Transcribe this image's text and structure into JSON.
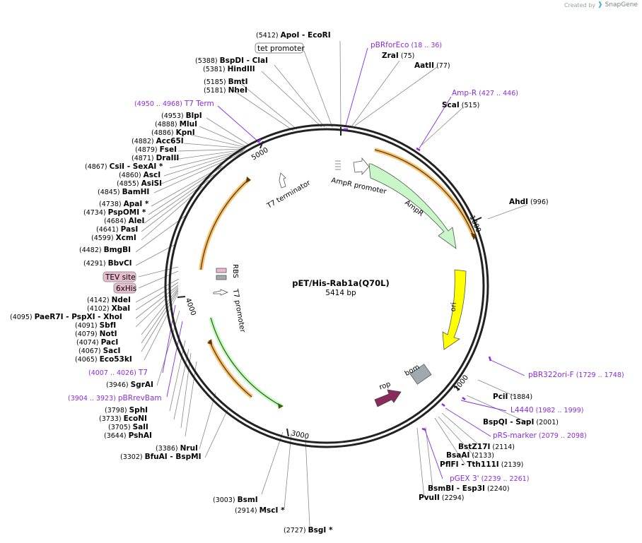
{
  "credit": {
    "prefix": "Created by",
    "brand": "SnapGene"
  },
  "plasmid": {
    "name": "pET/His-Rab1a(Q70L)",
    "length": "5414 bp"
  },
  "ticks": [
    "1000",
    "2000",
    "3000",
    "4000",
    "5000"
  ],
  "feature_labels": {
    "t7_terminator": "T7 terminator",
    "ampr_promoter": "AmpR promoter",
    "ampr": "AmpR",
    "ori": "ori",
    "bom": "bom",
    "rop": "rop",
    "rbs": "RBS",
    "t7_promoter": "T7 promoter",
    "tev_site": "TEV site",
    "his6": "6xHis",
    "tet_promoter": "tet promoter"
  },
  "sites": [
    {
      "pos": "(5412)",
      "name": "ApoI",
      "extra": "- EcoRI"
    },
    {
      "pos": "(5388)",
      "name": "BspDI",
      "extra": "- ClaI"
    },
    {
      "pos": "(5381)",
      "name": "HindIII",
      "extra": ""
    },
    {
      "pos": "(5185)",
      "name": "BmtI",
      "extra": ""
    },
    {
      "pos": "(5181)",
      "name": "NheI",
      "extra": ""
    },
    {
      "pos": "(4953)",
      "name": "BlpI",
      "extra": ""
    },
    {
      "pos": "(4888)",
      "name": "MluI",
      "extra": ""
    },
    {
      "pos": "(4886)",
      "name": "KpnI",
      "extra": ""
    },
    {
      "pos": "(4882)",
      "name": "Acc65I",
      "extra": ""
    },
    {
      "pos": "(4879)",
      "name": "FseI",
      "extra": ""
    },
    {
      "pos": "(4871)",
      "name": "DraIII",
      "extra": ""
    },
    {
      "pos": "(4867)",
      "name": "CsiI",
      "extra": "- SexAI *"
    },
    {
      "pos": "(4860)",
      "name": "AscI",
      "extra": ""
    },
    {
      "pos": "(4855)",
      "name": "AsiSI",
      "extra": ""
    },
    {
      "pos": "(4845)",
      "name": "BamHI",
      "extra": ""
    },
    {
      "pos": "(4738)",
      "name": "ApaI *",
      "extra": ""
    },
    {
      "pos": "(4734)",
      "name": "PspOMI *",
      "extra": ""
    },
    {
      "pos": "(4684)",
      "name": "AleI",
      "extra": ""
    },
    {
      "pos": "(4641)",
      "name": "PasI",
      "extra": ""
    },
    {
      "pos": "(4599)",
      "name": "XcmI",
      "extra": ""
    },
    {
      "pos": "(4482)",
      "name": "BmgBI",
      "extra": ""
    },
    {
      "pos": "(4291)",
      "name": "BbvCI",
      "extra": ""
    },
    {
      "pos": "(4142)",
      "name": "NdeI",
      "extra": ""
    },
    {
      "pos": "(4102)",
      "name": "XbaI",
      "extra": ""
    },
    {
      "pos": "(4095)",
      "name": "PaeR7I",
      "extra": "- PspXI - XhoI"
    },
    {
      "pos": "(4091)",
      "name": "SbfI",
      "extra": ""
    },
    {
      "pos": "(4079)",
      "name": "NotI",
      "extra": ""
    },
    {
      "pos": "(4074)",
      "name": "PacI",
      "extra": ""
    },
    {
      "pos": "(4067)",
      "name": "SacI",
      "extra": ""
    },
    {
      "pos": "(4065)",
      "name": "Eco53kI",
      "extra": ""
    },
    {
      "pos": "(3946)",
      "name": "SgrAI",
      "extra": ""
    },
    {
      "pos": "(3798)",
      "name": "SphI",
      "extra": ""
    },
    {
      "pos": "(3733)",
      "name": "EcoNI",
      "extra": ""
    },
    {
      "pos": "(3705)",
      "name": "SalI",
      "extra": ""
    },
    {
      "pos": "(3644)",
      "name": "PshAI",
      "extra": ""
    },
    {
      "pos": "(3386)",
      "name": "NruI",
      "extra": ""
    },
    {
      "pos": "(3302)",
      "name": "BfuAI",
      "extra": "- BspMI"
    },
    {
      "pos": "(3003)",
      "name": "BsmI",
      "extra": ""
    },
    {
      "pos": "(2914)",
      "name": "MscI *",
      "extra": ""
    },
    {
      "pos": "(2727)",
      "name": "BsgI *",
      "extra": ""
    },
    {
      "pos": "(75)",
      "name": "ZraI",
      "extra": ""
    },
    {
      "pos": "(77)",
      "name": "AatII",
      "extra": ""
    },
    {
      "pos": "(515)",
      "name": "ScaI",
      "extra": ""
    },
    {
      "pos": "(996)",
      "name": "AhdI",
      "extra": ""
    },
    {
      "pos": "(1884)",
      "name": "PciI",
      "extra": ""
    },
    {
      "pos": "(2001)",
      "name": "BspQI",
      "extra": "- SapI"
    },
    {
      "pos": "(2114)",
      "name": "BstZ17I",
      "extra": ""
    },
    {
      "pos": "(2133)",
      "name": "BsaAI",
      "extra": ""
    },
    {
      "pos": "(2139)",
      "name": "PflFI",
      "extra": "- Tth111I"
    },
    {
      "pos": "(2240)",
      "name": "BsmBI",
      "extra": "- Esp3I"
    },
    {
      "pos": "(2294)",
      "name": "PvuII",
      "extra": ""
    }
  ],
  "primers": [
    {
      "name": "pBRforEco",
      "range": "(18 .. 36)"
    },
    {
      "name": "Amp-R",
      "range": "(427 .. 446)"
    },
    {
      "name": "T7 Term",
      "range": "(4950 .. 4968)"
    },
    {
      "name": "T7",
      "range": "(4007 .. 4026)"
    },
    {
      "name": "pBRrevBam",
      "range": "(3904 .. 3923)"
    },
    {
      "name": "pBR322ori-F",
      "range": "(1729 .. 1748)"
    },
    {
      "name": "L4440",
      "range": "(1982 .. 1999)"
    },
    {
      "name": "pRS-marker",
      "range": "(2079 .. 2098)"
    },
    {
      "name": "pGEX 3'",
      "range": "(2239 .. 2261)"
    }
  ],
  "colors": {
    "backbone": "#222222",
    "primer": "#8a2be2",
    "ampr_fill": "#c8f7c8",
    "ori_fill": "#ffff00",
    "rop_fill": "#8b2a5c",
    "bom_fill": "#a0a8b0",
    "tev_fill": "#e8bcd0",
    "orf_stroke": "#f5c070"
  }
}
